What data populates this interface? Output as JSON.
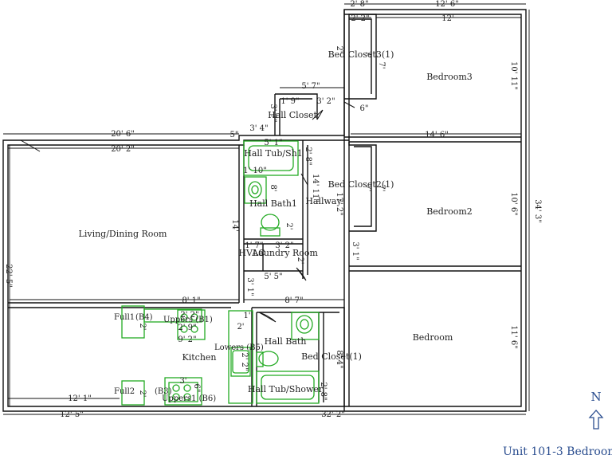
{
  "title": "Unit 101-3 Bedroom",
  "north_label": "N",
  "colors": {
    "wall": "#111111",
    "fixture": "#22aa22",
    "title": "#2a4d8f"
  },
  "rooms": {
    "bedroom3": "Bedroom3",
    "bedroom2": "Bedroom2",
    "bedroom": "Bedroom",
    "living": "Living/Dining Room",
    "kitchen": "Kitchen",
    "hallway": "Hallway",
    "hall_bath1": "Hall Bath1",
    "hall_bath": "Hall Bath",
    "laundry": "Laundry Room",
    "hvac": "HVAC",
    "hall_closet": "Hall Closet",
    "bed_closet3": "Bed Closet3(1)",
    "bed_closet2": "Bed Closet2(1)",
    "bed_closet1": "Bed Closet(1)",
    "hall_tub_sh1": "Hall Tub/Sh1",
    "hall_tub_shower": "Hall Tub/Shower"
  },
  "fixtures": {
    "full1": "Full1",
    "full2": "Full2",
    "uppers": "Uppers (B1)",
    "uppers1": "Uppers1 (B6)",
    "lowers": "Lowers (B5)",
    "lower_b3": "(B3)",
    "lower_b4": "(B4)"
  },
  "dimensions": {
    "top_2_8": "2' 8\"",
    "top_12_6": "12' 6\"",
    "top_2_2": "2' 2\"",
    "top_12": "12'",
    "v_2": "2'",
    "v_7a": "7'",
    "v_7b": "7'",
    "v_10_11": "10' 11\"",
    "v_34_3": "34' 3\"",
    "h_5_7": "5' 7\"",
    "h_1_9": "1' 9\"",
    "h_3_2": "3' 2\"",
    "h_6": "6\"",
    "v_3_7": "3' 7\"",
    "h_3_4": "3' 4\"",
    "h_20_6": "20' 6\"",
    "h_20_2": "20' 2\"",
    "v_5": "5\"",
    "h_5_1": "5' 1\"",
    "v_2_8": "2' 8\"",
    "h_14_6": "14' 6\"",
    "h_1_10": "1' 10\"",
    "v_8": "8'",
    "v_14_11": "14' 11\"",
    "v_17_2": "17' 2\"",
    "v_7c": "7'",
    "v_7d": "7'",
    "v_10_6": "10' 6\"",
    "v_14": "14'",
    "v_2b": "2'",
    "h_1_7": "1' 7\"",
    "h_3_2b": "3' 2\"",
    "v_2c": "2'",
    "v_3_1": "3' 1\"",
    "h_5_5": "5' 5\"",
    "v_22_5": "22' 5\"",
    "h_8_1": "8' 1\"",
    "h_8_7": "8' 7\"",
    "v_3_1b": "3' 1\"",
    "v_11_6": "11' 6\"",
    "h_2_2b": "2' 2\"",
    "h_2_9": "2' 9\"",
    "h_9_2": "9' 2\"",
    "v_2d": "2'",
    "v_2e": "2'",
    "h_1": "1'",
    "h_2": "2'",
    "v_2_2": "2' 2\"",
    "v_8_4": "8' 4\"",
    "v_2_8b": "2' 8\"",
    "h_3": "3'",
    "v_6": "6\"",
    "h_12_1": "12' 1\"",
    "h_12_5": "12' 5\"",
    "h_32_2": "32' 2\""
  }
}
